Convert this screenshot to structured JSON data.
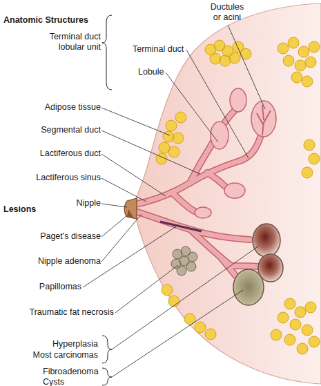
{
  "diagram": {
    "labels": [
      "Anatomic Structures",
      "Ductules or acini",
      "Terminal duct",
      "Lobule",
      "Terminal duct lobular unit",
      "Adipose tissue",
      "Segmental duct",
      "Lactiferous duct",
      "Lactiferous sinus",
      "Nipple",
      "Lesions",
      "Paget's disease",
      "Nipple adenoma",
      "Papillomas",
      "Traumatic fat necrosis",
      "Hyperplasia",
      "Most carcinomas",
      "Fibroadenoma",
      "Cysts"
    ]
  }
}
